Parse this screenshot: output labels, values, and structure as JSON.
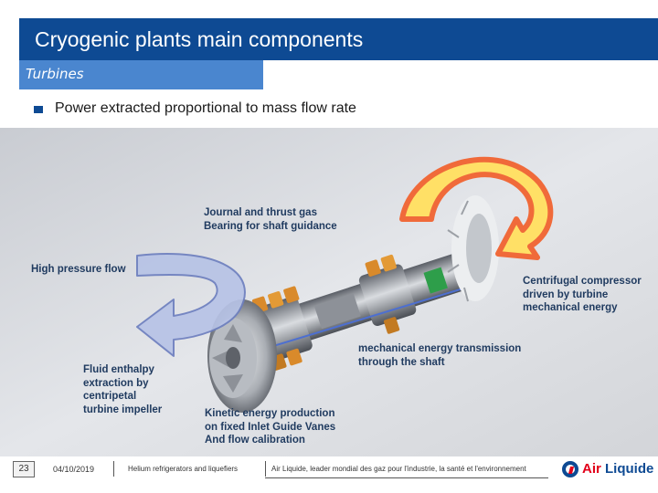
{
  "slide": {
    "title": "Cryogenic plants main components",
    "section": "Turbines",
    "bullet": "Power extracted proportional to mass flow rate"
  },
  "labels": {
    "bearing_line1": "Journal and thrust gas",
    "bearing_line2": "Bearing for shaft guidance",
    "high_pressure": "High pressure flow",
    "compressor_line1": "Centrifugal compressor",
    "compressor_line2": "driven by turbine",
    "compressor_line3": "mechanical energy",
    "transmission_line1": "mechanical energy transmission",
    "transmission_line2": "through the shaft",
    "enthalpy_line1": "Fluid enthalpy",
    "enthalpy_line2": "extraction by",
    "enthalpy_line3": "centripetal",
    "enthalpy_line4": "turbine impeller",
    "kinetic_line1": "Kinetic energy production",
    "kinetic_line2": "on fixed Inlet Guide Vanes",
    "kinetic_line3": "And flow calibration"
  },
  "footer": {
    "page_number": "23",
    "date": "04/10/2019",
    "topic": "Helium refrigerators and liquefiers",
    "tagline": "Air Liquide, leader mondial des gaz pour l'industrie, la santé et l'environnement",
    "logo_word1": "Air",
    "logo_word2": "Liquide"
  },
  "colors": {
    "title_bar": "#0e4a93",
    "section_bar": "#4a86cf",
    "flow_arrow": "#b7c3e6",
    "hot_arrow_outer": "#f47a4a",
    "hot_arrow_inner": "#ffe066",
    "brand_red": "#e2001a"
  },
  "icons": {
    "bullet": "square-bullet-icon",
    "logo": "air-liquide-logo-icon"
  }
}
